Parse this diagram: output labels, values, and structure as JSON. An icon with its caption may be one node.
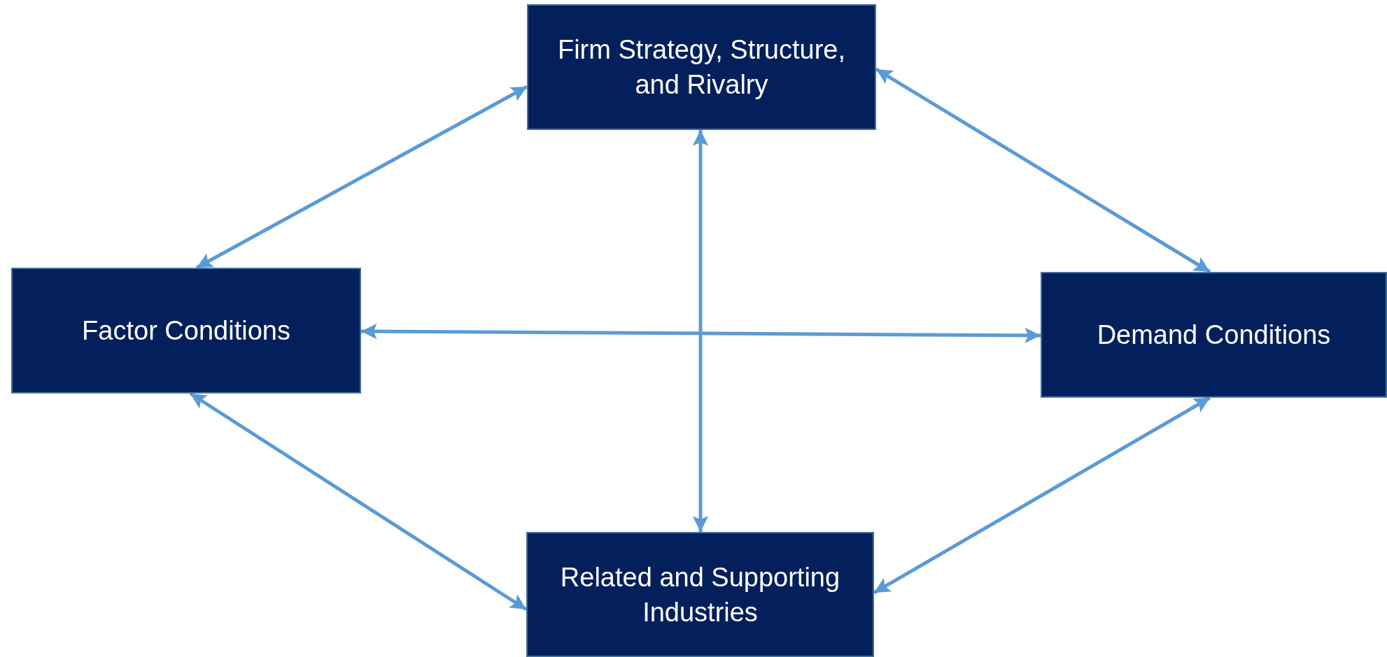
{
  "diagram": {
    "nodes": [
      {
        "text": [
          "Firm Strategy, Structure, and Rivalry"
        ]
      },
      {
        "text": [
          "Factor Conditions"
        ]
      },
      {
        "text": [
          "Demand Conditions"
        ]
      },
      {
        "text": [
          "Related and Supporting Industries"
        ]
      }
    ],
    "edges": [
      {
        "from": 1,
        "to": 0,
        "arrow": "both"
      },
      {
        "from": 0,
        "to": 2,
        "arrow": "both"
      },
      {
        "from": 0,
        "to": 3,
        "arrow": "both"
      },
      {
        "from": 1,
        "to": 2,
        "arrow": "both"
      },
      {
        "from": 1,
        "to": 3,
        "arrow": "both"
      },
      {
        "from": 2,
        "to": 3,
        "arrow": "both"
      }
    ]
  }
}
